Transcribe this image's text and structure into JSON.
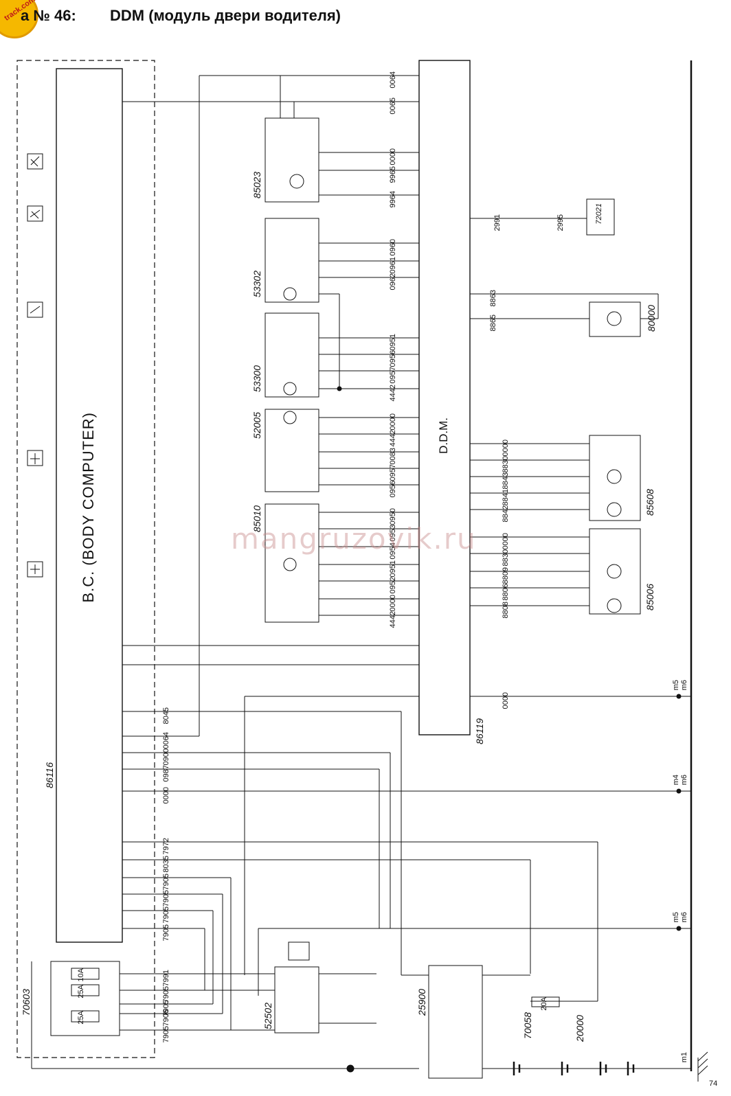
{
  "header": {
    "logo_text": "track.com",
    "title_num": "а № 46:",
    "title_text": "DDM (модуль двери водителя)"
  },
  "blocks": {
    "bc": "B.C. (BODY COMPUTER)",
    "ddm": "D.D.M.",
    "bc_code": "86116",
    "ddm_code": "86119",
    "fuse_box": "70603",
    "ignition": "52502",
    "relay": "25900",
    "fuse20": "70058",
    "battery_code": "20000",
    "motor_85023": "85023",
    "sw_53302": "53302",
    "sw_53300": "53300",
    "sw_52005": "52005",
    "sw_85010": "85010",
    "mirror_85608": "85608",
    "mirror_85006": "85006",
    "motor_80000": "80000",
    "conn_72021": "72021"
  },
  "fuses": [
    "10A",
    "25A",
    "25A"
  ],
  "fuse20": "20A",
  "watermark": "mangruzovik.ru",
  "page_number": "74",
  "wires_left": [
    "0064",
    "0065",
    "0000",
    "9965",
    "9964",
    "0960",
    "0961",
    "0962",
    "0951",
    "0956",
    "0957",
    "4442",
    "0000",
    "4442",
    "0083",
    "0957",
    "0956",
    "0950",
    "0953",
    "0954",
    "0951",
    "0952",
    "0000",
    "4442"
  ],
  "wires_right": [
    "2991",
    "2995",
    "8863",
    "8865",
    "0000",
    "8830",
    "8843",
    "8841",
    "8842",
    "0000",
    "8830",
    "8809",
    "8806",
    "8808",
    "0000"
  ],
  "wires_bc": [
    "8045",
    "0064",
    "0900",
    "0987",
    "0000",
    "7972",
    "8035",
    "7905",
    "7905",
    "7905",
    "7905",
    "7991",
    "7905",
    "7905",
    "7906",
    "7905"
  ],
  "grounds": [
    "m5",
    "m6",
    "m4",
    "m6",
    "m5",
    "m6",
    "m1"
  ]
}
